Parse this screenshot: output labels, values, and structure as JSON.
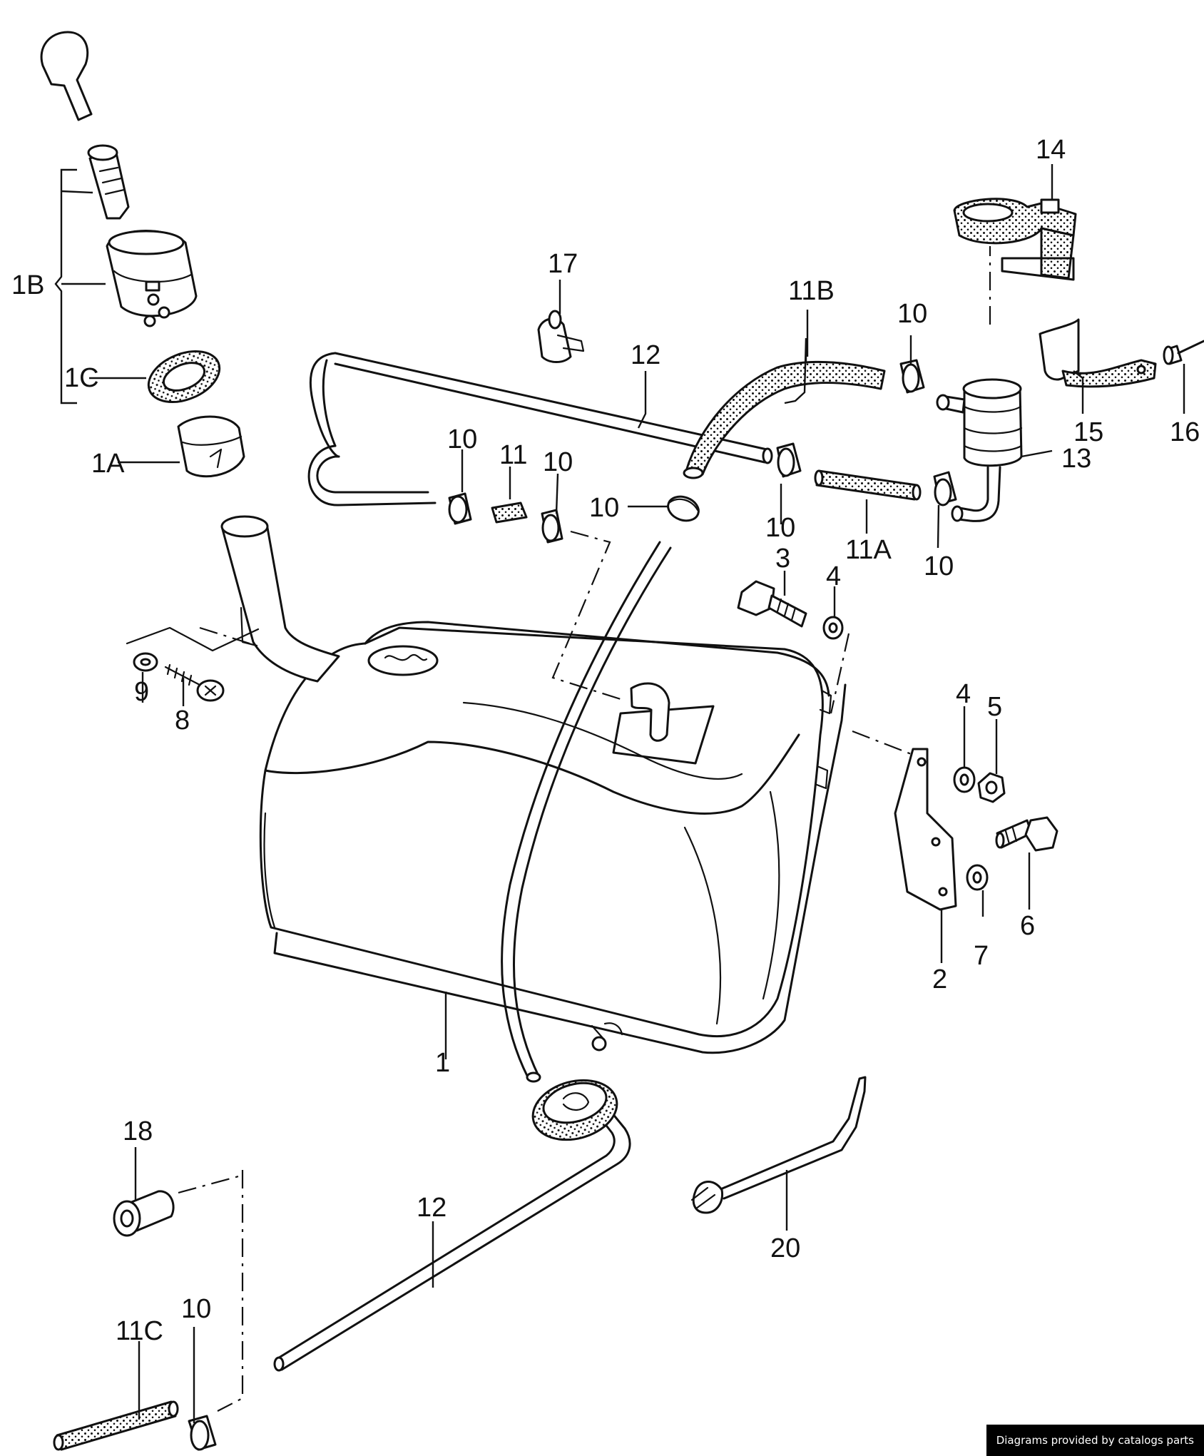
{
  "callouts": {
    "c_1": "1",
    "c_1A": "1A",
    "c_1B": "1B",
    "c_1C": "1C",
    "c_2": "2",
    "c_3": "3",
    "c_4a": "4",
    "c_4b": "4",
    "c_5": "5",
    "c_6": "6",
    "c_7": "7",
    "c_8": "8",
    "c_9": "9",
    "c_10a": "10",
    "c_10b": "10",
    "c_10c": "10",
    "c_10d": "10",
    "c_10e": "10",
    "c_10f": "10",
    "c_10g": "10",
    "c_11": "11",
    "c_11A": "11A",
    "c_11B": "11B",
    "c_11C": "11C",
    "c_12a": "12",
    "c_12b": "12",
    "c_13": "13",
    "c_14": "14",
    "c_15": "15",
    "c_16": "16",
    "c_17": "17",
    "c_18": "18",
    "c_20": "20"
  },
  "footer": {
    "credit": "Diagrams provided by catalogs parts"
  }
}
